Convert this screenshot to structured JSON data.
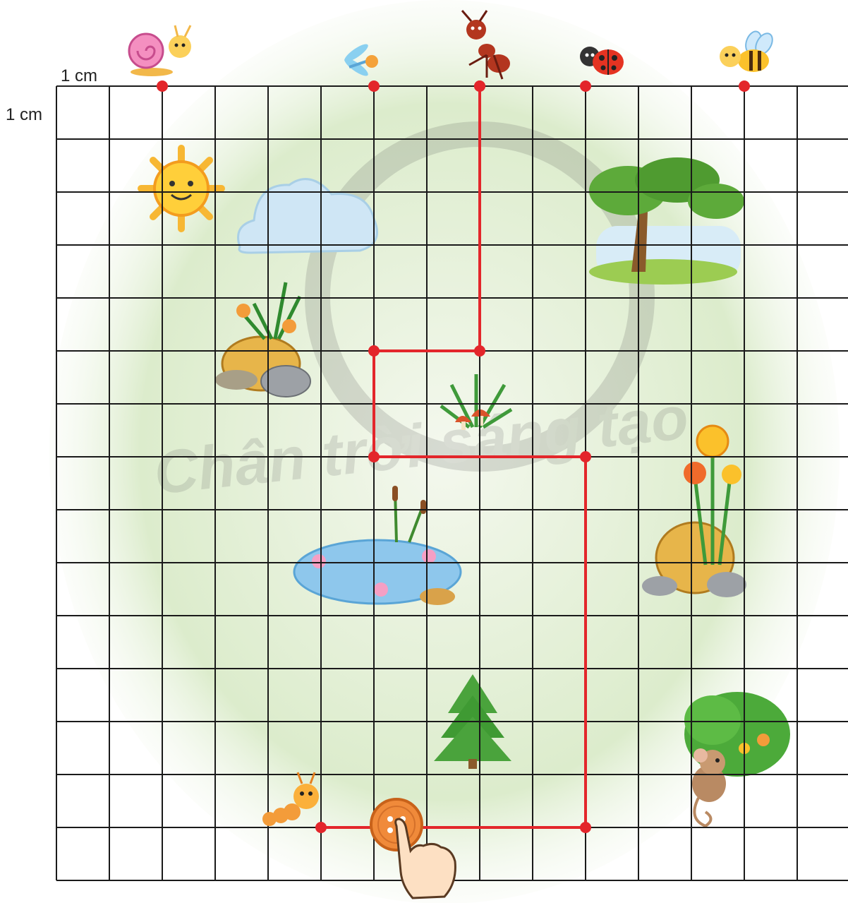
{
  "scale": {
    "horizontal_label": "1 cm",
    "vertical_label": "1 cm"
  },
  "grid": {
    "columns": 15,
    "rows": 15
  },
  "top_animals": [
    {
      "name": "snail",
      "col": 2
    },
    {
      "name": "dragonfly",
      "col": 6
    },
    {
      "name": "ant",
      "col": 8
    },
    {
      "name": "ladybug",
      "col": 10
    },
    {
      "name": "bee",
      "col": 13
    }
  ],
  "path": {
    "color": "#e3262b",
    "points": [
      [
        8,
        0
      ],
      [
        8,
        5
      ],
      [
        6,
        5
      ],
      [
        6,
        7
      ],
      [
        10,
        7
      ],
      [
        10,
        14
      ],
      [
        5,
        14
      ]
    ]
  },
  "bottom_characters": [
    "caterpillar",
    "button",
    "pointing-hand"
  ],
  "scenery": [
    "sun",
    "cloud",
    "plants-on-rocks",
    "tree-meadow",
    "grass-mushrooms",
    "pond",
    "flowers-and-rock",
    "pine-tree",
    "bush",
    "mouse"
  ],
  "watermark": "Chân trời sáng tạo",
  "colors": {
    "grid_line": "#1a1a1a",
    "background_green": "#cfe3bd",
    "path": "#e3262b"
  }
}
